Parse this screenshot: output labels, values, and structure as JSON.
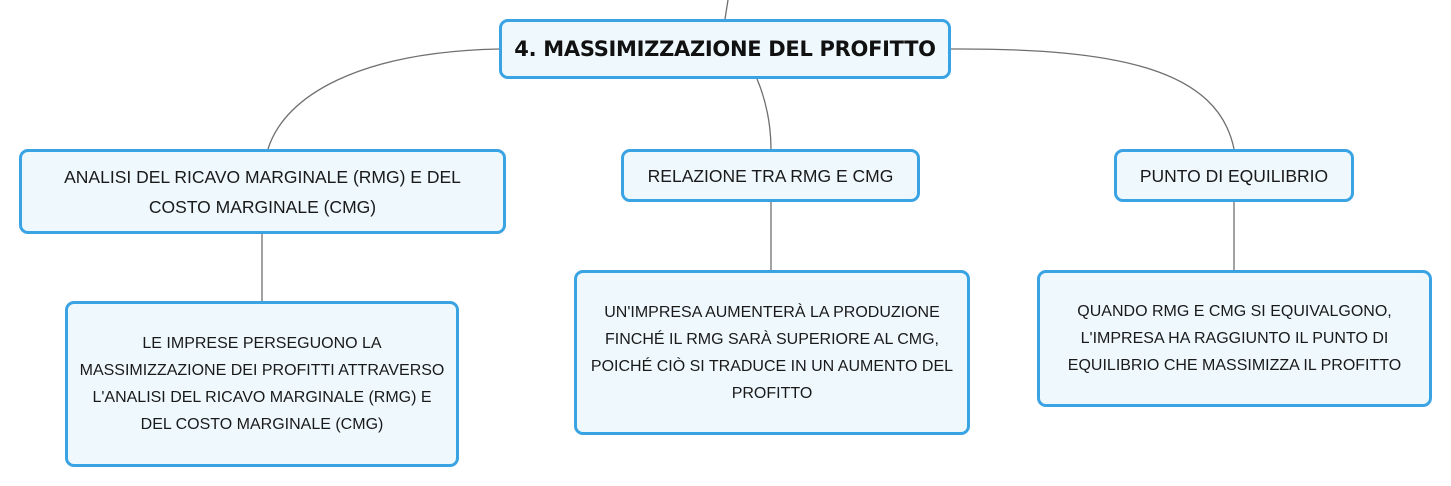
{
  "mindmap": {
    "root": {
      "label": "4. MASSIMIZZAZIONE DEL PROFITTO"
    },
    "branches": [
      {
        "label": "ANALISI DEL RICAVO MARGINALE (RMG) E DEL COSTO MARGINALE (CMG)",
        "detail": "LE IMPRESE PERSEGUONO LA MASSIMIZZAZIONE DEI PROFITTI ATTRAVERSO L'ANALISI DEL RICAVO MARGINALE (RMG) E DEL COSTO MARGINALE (CMG)"
      },
      {
        "label": "RELAZIONE TRA RMG E CMG",
        "detail": "UN'IMPRESA AUMENTERÀ LA PRODUZIONE FINCHÉ IL RMG SARÀ SUPERIORE AL CMG, POICHÉ CIÒ SI TRADUCE IN UN AUMENTO DEL PROFITTO"
      },
      {
        "label": "PUNTO DI EQUILIBRIO",
        "detail": "QUANDO RMG E CMG SI EQUIVALGONO, L'IMPRESA HA RAGGIUNTO IL PUNTO DI EQUILIBRIO CHE MASSIMIZZA IL PROFITTO"
      }
    ]
  },
  "colors": {
    "node_border": "#3aa3e3",
    "node_fill": "#eef8fd",
    "connector": "#6f6f6f"
  }
}
